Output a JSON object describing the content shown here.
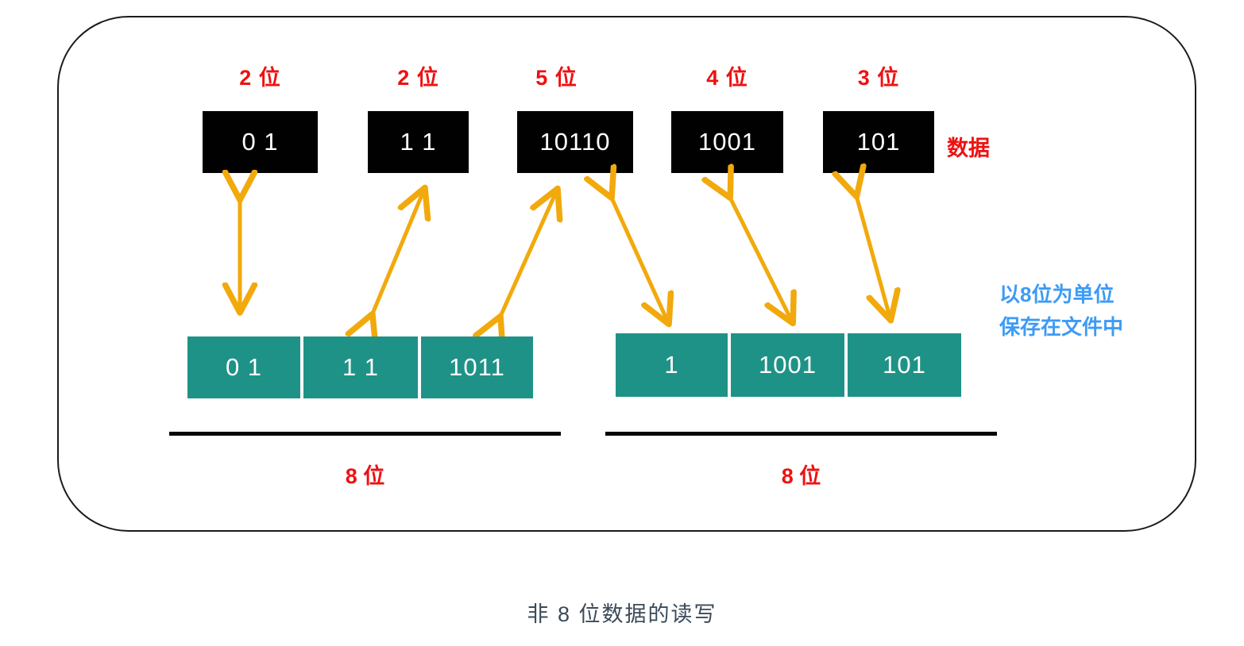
{
  "figure": {
    "caption": "非 8 位数据的读写",
    "colors": {
      "accent_red": "#ee1111",
      "accent_blue": "#3d9bf5",
      "accent_orange": "#f2a90c",
      "teal": "#1f9287",
      "black": "#010101",
      "caption_text": "#3b4a5a"
    }
  },
  "top_row": {
    "row_label": "数据",
    "items": [
      {
        "bits_label": "2 位",
        "value": "0 1"
      },
      {
        "bits_label": "2 位",
        "value": "1 1"
      },
      {
        "bits_label": "5 位",
        "value": "10110"
      },
      {
        "bits_label": "4 位",
        "value": "1001"
      },
      {
        "bits_label": "3 位",
        "value": "101"
      }
    ]
  },
  "bottom_row": {
    "note_lines": [
      "以8位为单位",
      "保存在文件中"
    ],
    "groups": [
      {
        "byte_label": "8 位",
        "cells": [
          {
            "value": "0 1"
          },
          {
            "value": "1 1"
          },
          {
            "value": "1011"
          }
        ]
      },
      {
        "byte_label": "8 位",
        "cells": [
          {
            "value": "1"
          },
          {
            "value": "1001"
          },
          {
            "value": "101"
          }
        ]
      }
    ]
  }
}
